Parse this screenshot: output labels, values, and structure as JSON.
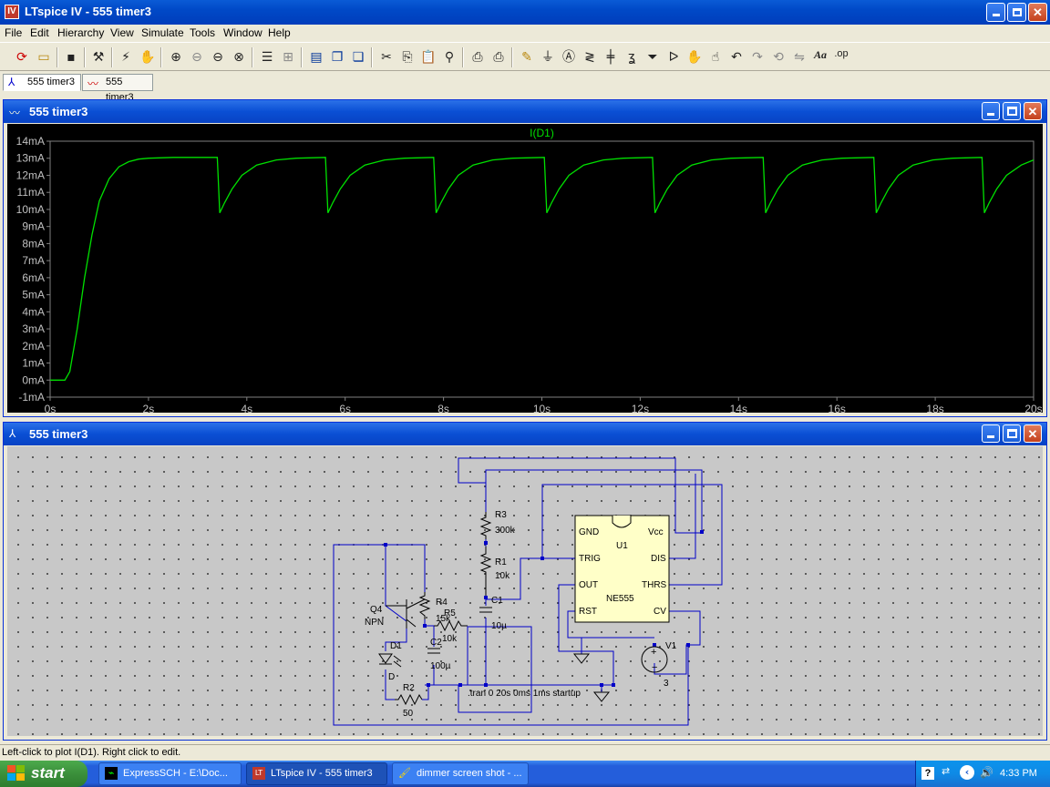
{
  "window": {
    "title": "LTspice IV - 555 timer3",
    "app_icon_text": "IV"
  },
  "menu": {
    "items": [
      "File",
      "Edit",
      "Hierarchy",
      "View",
      "Simulate",
      "Tools",
      "Window",
      "Help"
    ]
  },
  "toolbar": {
    "buttons": [
      "run-icon",
      "open-icon",
      "save-icon",
      "control-panel-icon",
      "run-sim-icon",
      "pan-icon",
      "zoom-in-icon",
      "zoom-out-icon",
      "zoom-back-icon",
      "zoom-cancel-icon",
      "autorange-icon",
      "grid-icon",
      "tile-horizontal-icon",
      "cascade-icon",
      "tile-vertical-icon",
      "cut-icon",
      "copy-icon",
      "paste-icon",
      "find-icon",
      "print-preview-icon",
      "print-icon",
      "wire-icon",
      "ground-icon",
      "label-icon",
      "resistor-icon",
      "capacitor-icon",
      "inductor-icon",
      "diode-icon",
      "component-icon",
      "move-icon",
      "drag-icon",
      "undo-icon",
      "redo-icon",
      "rotate-icon",
      "mirror-icon",
      "text-icon",
      "spice-directive-icon"
    ],
    "text_button": "Aa",
    "op_button": ".op"
  },
  "tabs": [
    {
      "label": "555 timer3",
      "icon": "schematic-icon",
      "active": true
    },
    {
      "label": "555 timer3",
      "icon": "waveform-icon",
      "active": false
    }
  ],
  "plot_window": {
    "title": "555 timer3",
    "icon": "waveform-icon"
  },
  "schematic_window": {
    "title": "555 timer3",
    "icon": "schematic-icon"
  },
  "chart_data": {
    "type": "line",
    "title": "I(D1)",
    "xlabel": "",
    "ylabel": "",
    "xlim": [
      0,
      20
    ],
    "ylim": [
      -1,
      14
    ],
    "x_ticks": [
      "0s",
      "2s",
      "4s",
      "6s",
      "8s",
      "10s",
      "12s",
      "14s",
      "16s",
      "18s",
      "20s"
    ],
    "y_ticks": [
      "14mA",
      "13mA",
      "12mA",
      "11mA",
      "10mA",
      "9mA",
      "8mA",
      "7mA",
      "6mA",
      "5mA",
      "4mA",
      "3mA",
      "2mA",
      "1mA",
      "0mA",
      "-1mA"
    ],
    "grid": false,
    "series": [
      {
        "name": "I(D1)",
        "color": "#00e000",
        "x": [
          0,
          0.3,
          0.4,
          0.55,
          0.7,
          0.85,
          1.0,
          1.2,
          1.4,
          1.6,
          1.8,
          2.0,
          2.5,
          3.0,
          3.4,
          3.45,
          3.55,
          3.7,
          3.9,
          4.2,
          4.6,
          5.0,
          5.6,
          5.65,
          5.75,
          5.9,
          6.1,
          6.4,
          6.8,
          7.2,
          7.8,
          7.85,
          7.95,
          8.1,
          8.3,
          8.6,
          9.0,
          9.4,
          10.05,
          10.1,
          10.2,
          10.35,
          10.55,
          10.85,
          11.25,
          11.65,
          12.25,
          12.3,
          12.4,
          12.55,
          12.75,
          13.05,
          13.45,
          13.85,
          14.5,
          14.55,
          14.65,
          14.8,
          15.0,
          15.3,
          15.7,
          16.1,
          16.75,
          16.8,
          16.9,
          17.05,
          17.25,
          17.55,
          17.95,
          18.35,
          18.95,
          19.0,
          19.1,
          19.25,
          19.45,
          19.75,
          20.0
        ],
        "y": [
          0,
          0,
          0.5,
          3,
          6,
          8.5,
          10.5,
          11.8,
          12.5,
          12.8,
          12.95,
          13.0,
          13.05,
          13.05,
          13.05,
          9.8,
          10.4,
          11.2,
          12.0,
          12.6,
          12.9,
          13.0,
          13.05,
          9.8,
          10.4,
          11.2,
          12.0,
          12.6,
          12.9,
          13.0,
          13.05,
          9.8,
          10.4,
          11.2,
          12.0,
          12.6,
          12.9,
          13.0,
          13.05,
          9.8,
          10.4,
          11.2,
          12.0,
          12.6,
          12.9,
          13.0,
          13.05,
          9.8,
          10.4,
          11.2,
          12.0,
          12.6,
          12.9,
          13.0,
          13.05,
          9.8,
          10.4,
          11.2,
          12.0,
          12.6,
          12.9,
          13.0,
          13.05,
          9.8,
          10.4,
          11.2,
          12.0,
          12.6,
          12.9,
          13.0,
          13.05,
          9.8,
          10.4,
          11.2,
          12.0,
          12.6,
          12.9
        ]
      }
    ]
  },
  "schematic": {
    "labels": {
      "r3_name": "R3",
      "r3_value": "300k",
      "r1_name": "R1",
      "r1_value": "10k",
      "c1_name": "C1",
      "c1_value": "10µ",
      "u1_name": "U1",
      "u1_part": "NE555",
      "pin_gnd": "GND",
      "pin_trig": "TRIG",
      "pin_out": "OUT",
      "pin_rst": "RST",
      "pin_vcc": "Vcc",
      "pin_dis": "DIS",
      "pin_thrs": "THRS",
      "pin_cv": "CV",
      "q4_name": "Q4",
      "q4_type": "NPN",
      "r4_name": "R4",
      "r4_value": "15k",
      "r5_name": "R5",
      "r5_value": "10k",
      "c2_name": "C2",
      "c2_value": "100µ",
      "d1_name": "D1",
      "d1_model": "D",
      "r2_name": "R2",
      "r2_value": "50",
      "v1_name": "V1",
      "v1_value": "3",
      "directive": ".tran 0 20s 0ms 1ms startup"
    }
  },
  "status_bar": {
    "text": "Left-click to plot I(D1).  Right click to edit."
  },
  "taskbar": {
    "start_label": "start",
    "items": [
      {
        "label": "ExpressSCH - E:\\Doc...",
        "icon": "expresssch-icon",
        "active": false
      },
      {
        "label": "LTspice IV - 555 timer3",
        "icon": "ltspice-icon",
        "active": true
      },
      {
        "label": "dimmer screen shot - ...",
        "icon": "paint-icon",
        "active": false
      }
    ],
    "clock": "4:33 PM"
  }
}
